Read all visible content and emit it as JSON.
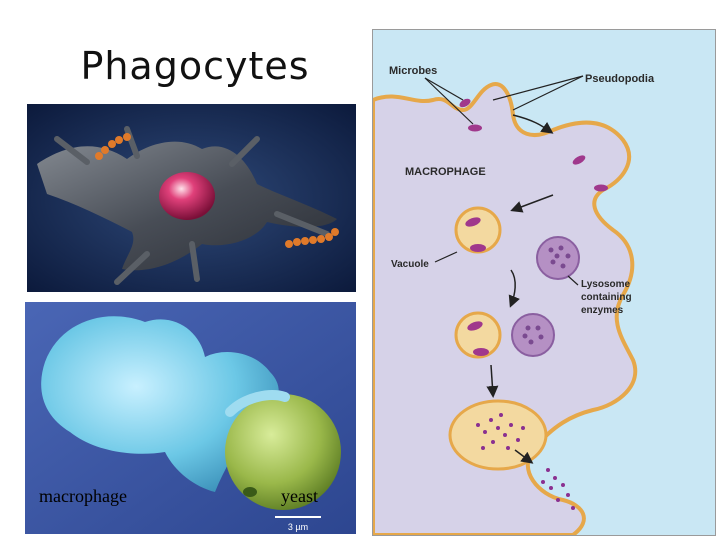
{
  "slide": {
    "title": "Phagocytes"
  },
  "photos": {
    "top": {
      "alt": ""
    },
    "bottom": {
      "labels": {
        "left": "macrophage",
        "right": "yeast"
      },
      "scale_bar": "3 µm"
    }
  },
  "diagram": {
    "labels": {
      "microbes": "Microbes",
      "pseudopodia": "Pseudopodia",
      "macrophage": "MACROPHAGE",
      "vacuole": "Vacuole",
      "lysosome_1": "Lysosome",
      "lysosome_2": "containing",
      "lysosome_3": "enzymes"
    },
    "colors": {
      "background": "#c9e7f4",
      "cell": "#d6d2e8",
      "vacuole_fill": "#f3d9a0",
      "vacuole_edge": "#e6a84a",
      "microbe": "#a0388c",
      "lysosome": "#b590c4"
    }
  }
}
